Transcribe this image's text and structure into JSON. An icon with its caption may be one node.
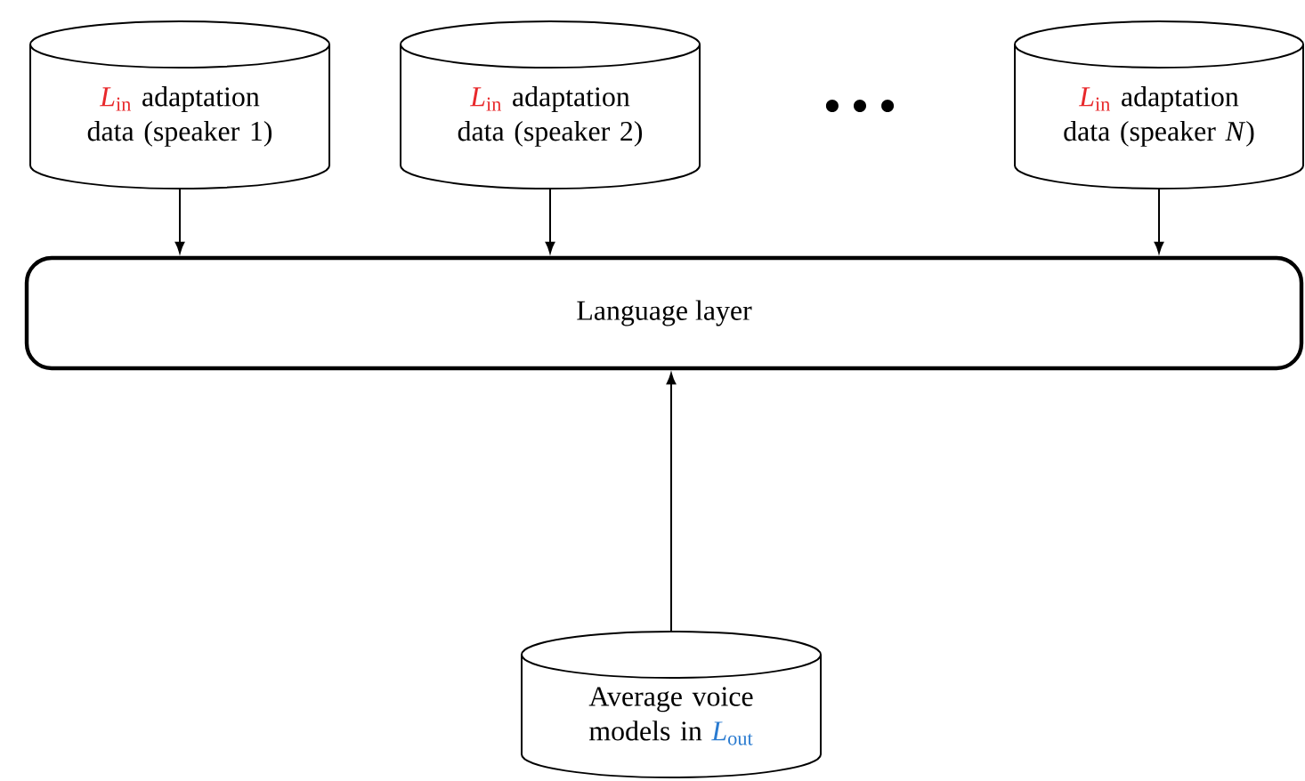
{
  "diagram": {
    "nodes": [
      {
        "text": [
          "*L*$_{in}$",
          "adaptation data (speaker 1)"
        ]
      },
      {
        "text": [
          "*L*$_{in}$",
          "adaptation data (speaker 2)"
        ]
      },
      {
        "text": [
          "*L*$_{in}$",
          "adaptation data (speaker *N*)"
        ]
      },
      {
        "text": [
          "Language layer"
        ]
      },
      {
        "text": [
          "Average voice models in",
          "*L*$_{out}$"
        ]
      }
    ],
    "edges": [
      {
        "from": 0,
        "to": 3,
        "arrow": "to"
      },
      {
        "from": 1,
        "to": 3,
        "arrow": "to"
      },
      {
        "from": 2,
        "to": 3,
        "arrow": "to"
      },
      {
        "from": 4,
        "to": 3,
        "arrow": "to"
      }
    ],
    "labels": [
      "• • •"
    ]
  }
}
